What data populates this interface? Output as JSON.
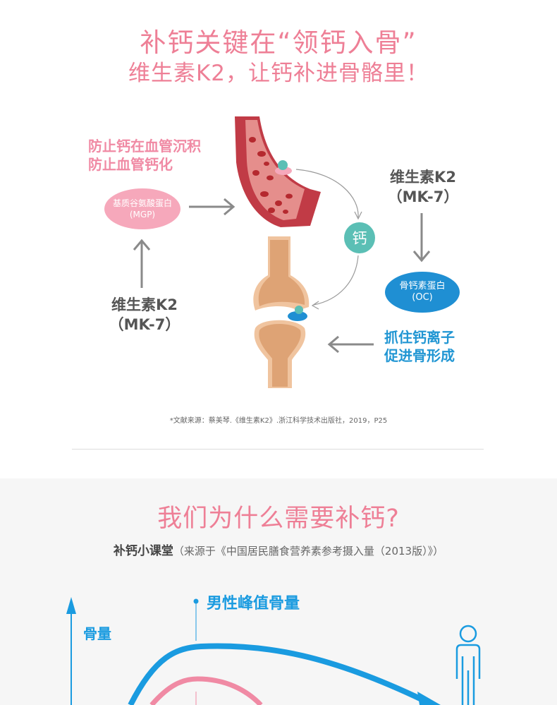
{
  "header": {
    "title_line1": "补钙关键在“领钙入骨”",
    "title_line2": "维生素K2，让钙补进骨骼里！"
  },
  "diagram": {
    "left_effect_line1": "防止钙在血管沉积",
    "left_effect_line2": "防止血管钙化",
    "mgp_name": "基质谷氨酸蛋白",
    "mgp_abbr": "(MGP)",
    "vitamin_left_line1": "维生素K2",
    "vitamin_left_line2": "（MK-7）",
    "vitamin_right_line1": "维生素K2",
    "vitamin_right_line2": "（MK-7）",
    "calcium_label": "钙",
    "oc_name": "骨钙素蛋白",
    "oc_abbr": "(OC)",
    "right_effect_line1": "抓住钙离子",
    "right_effect_line2": "促进骨形成",
    "colors": {
      "pink": "#ee7f96",
      "blue": "#1f8fd3",
      "teal": "#5bbfb5"
    }
  },
  "footnote": "*文献来源：蔡美琴.《维生素K2》.浙江科学技术出版社，2019，P25",
  "section2": {
    "title": "我们为什么需要补钙?",
    "subtitle_bold": "补钙小课堂",
    "subtitle_rest": "（来源于《中国居民膳食营养素参考摄入量（2013版）》）",
    "peak_label": "男性峰值骨量",
    "y_axis_label": "骨量",
    "person_icon": "person-icon"
  }
}
